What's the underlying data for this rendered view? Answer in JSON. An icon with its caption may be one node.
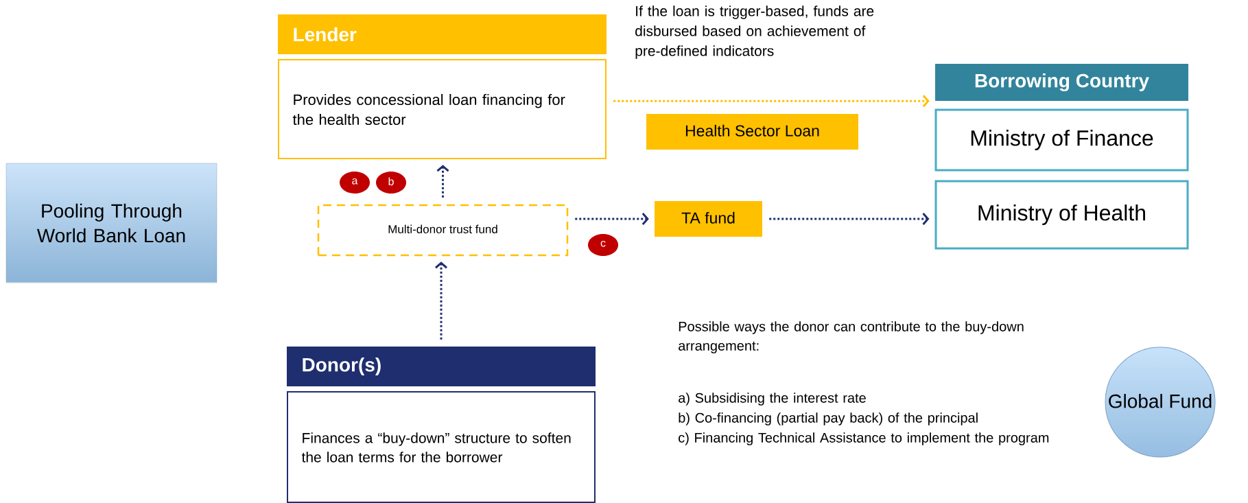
{
  "diagram": {
    "nodes": [
      {
        "text": [
          "Pooling Through World Bank Loan"
        ]
      },
      {
        "text": [
          "Lender",
          "Provides concessional loan financing for the health sector"
        ]
      },
      {
        "text": [
          "Multi-donor trust fund"
        ]
      },
      {
        "text": [
          "Donor(s)",
          "Finances a “buy-down” structure to soften the loan terms for the borrower"
        ]
      },
      {
        "text": [
          "TA fund"
        ]
      },
      {
        "text": [
          "Health Sector Loan"
        ]
      },
      {
        "text": [
          "Borrowing Country"
        ]
      },
      {
        "text": [
          "Ministry of Finance"
        ]
      },
      {
        "text": [
          "Ministry of Health"
        ]
      },
      {
        "text": [
          "Global Fund"
        ]
      },
      {
        "text": [
          "a"
        ]
      },
      {
        "text": [
          "b"
        ]
      },
      {
        "text": [
          "c"
        ]
      }
    ],
    "edges": [
      {
        "from": 2,
        "to": 1,
        "arrow": "to"
      },
      {
        "from": 3,
        "to": 2,
        "arrow": "to"
      },
      {
        "from": 2,
        "to": 4,
        "arrow": "to"
      },
      {
        "from": 4,
        "to": 8,
        "arrow": "to"
      },
      {
        "from": 1,
        "to": 6,
        "arrow": "to",
        "color": "#ffc000"
      }
    ],
    "labels": [
      "If the loan is trigger-based, funds are disbursed based on achievement of pre-defined indicators",
      "Possible ways the donor can contribute to the buy-down arrangement:",
      "a) Subsidising the interest rate",
      "b) Co-financing (partial pay back) of the principal",
      "c) Financing Technical Assistance to implement the program"
    ]
  }
}
